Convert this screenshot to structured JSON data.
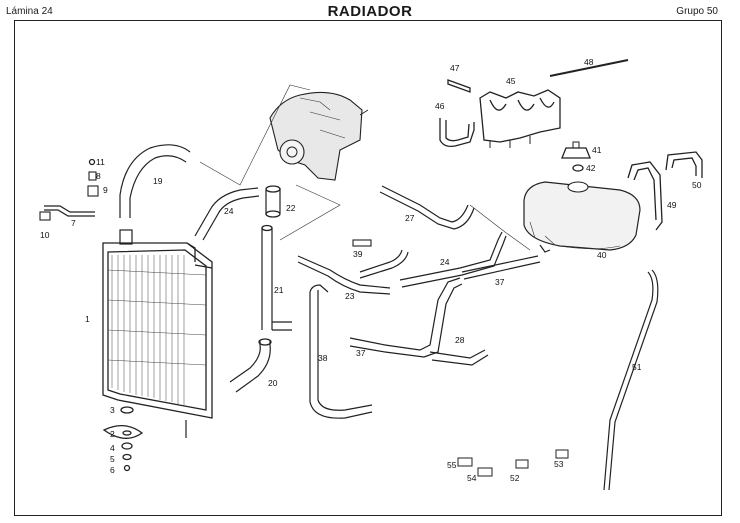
{
  "header": {
    "left": "Lámina 24",
    "title": "RADIADOR",
    "right": "Grupo 50"
  },
  "callouts": [
    {
      "id": "1",
      "text": "1"
    },
    {
      "id": "3",
      "text": "3"
    },
    {
      "id": "2",
      "text": "2"
    },
    {
      "id": "4",
      "text": "4"
    },
    {
      "id": "5",
      "text": "5"
    },
    {
      "id": "6",
      "text": "6"
    },
    {
      "id": "7",
      "text": "7"
    },
    {
      "id": "8",
      "text": "8"
    },
    {
      "id": "9",
      "text": "9"
    },
    {
      "id": "10",
      "text": "10"
    },
    {
      "id": "11",
      "text": "11"
    },
    {
      "id": "19",
      "text": "19"
    },
    {
      "id": "20",
      "text": "20"
    },
    {
      "id": "21",
      "text": "21"
    },
    {
      "id": "22",
      "text": "22"
    },
    {
      "id": "23",
      "text": "23"
    },
    {
      "id": "24a",
      "text": "24"
    },
    {
      "id": "24b",
      "text": "24"
    },
    {
      "id": "27",
      "text": "27"
    },
    {
      "id": "28",
      "text": "28"
    },
    {
      "id": "37a",
      "text": "37"
    },
    {
      "id": "37b",
      "text": "37"
    },
    {
      "id": "38",
      "text": "38"
    },
    {
      "id": "39",
      "text": "39"
    },
    {
      "id": "40",
      "text": "40"
    },
    {
      "id": "41",
      "text": "41"
    },
    {
      "id": "42",
      "text": "42"
    },
    {
      "id": "45",
      "text": "45"
    },
    {
      "id": "46",
      "text": "46"
    },
    {
      "id": "47",
      "text": "47"
    },
    {
      "id": "48",
      "text": "48"
    },
    {
      "id": "49",
      "text": "49"
    },
    {
      "id": "50",
      "text": "50"
    },
    {
      "id": "51",
      "text": "51"
    },
    {
      "id": "52",
      "text": "52"
    },
    {
      "id": "53",
      "text": "53"
    },
    {
      "id": "54",
      "text": "54"
    },
    {
      "id": "55",
      "text": "55"
    }
  ]
}
